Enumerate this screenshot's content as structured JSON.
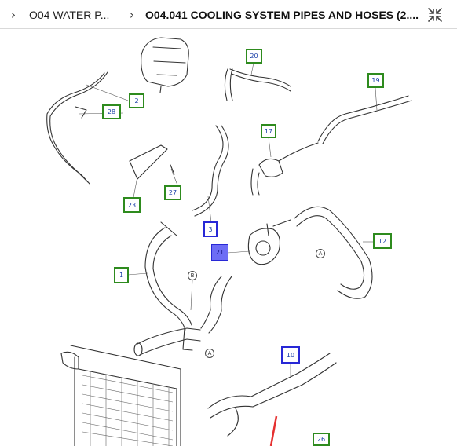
{
  "breadcrumb": {
    "item1": "O04 WATER P...",
    "item2": "O04.041 COOLING SYSTEM PIPES AND HOSES (2...."
  },
  "icons": {
    "chevron": "chevron-right-icon",
    "collapse": "collapse-icon"
  },
  "callouts": {
    "c1": "1",
    "c2": "2",
    "c3": "3",
    "c10": "10",
    "c12": "12",
    "c17": "17",
    "c19": "19",
    "c20": "20",
    "c21": "21",
    "c23": "23",
    "c26": "26",
    "c27": "27",
    "c28": "28"
  },
  "markers": {
    "a1": "A",
    "a2": "A",
    "b1": "B"
  }
}
